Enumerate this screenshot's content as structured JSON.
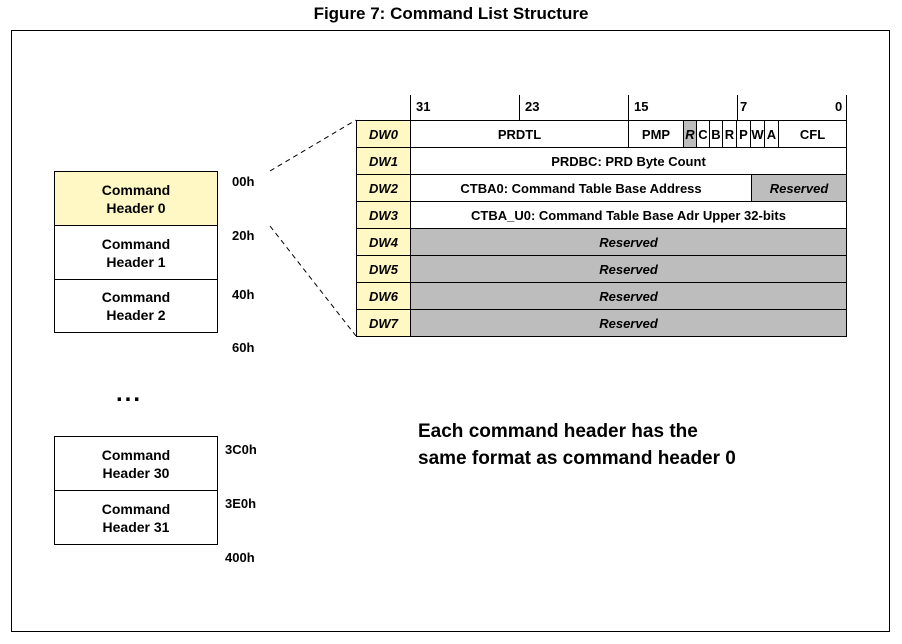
{
  "title": "Figure 7: Command List Structure",
  "command_list": {
    "headers": [
      {
        "label": "Command\nHeader 0",
        "offset": "00h",
        "highlight": true
      },
      {
        "label": "Command\nHeader 1",
        "offset": "20h",
        "highlight": false
      },
      {
        "label": "Command\nHeader 2",
        "offset": "40h",
        "highlight": false
      },
      {
        "label": "Command\nHeader 30",
        "offset": "3C0h",
        "highlight": false
      },
      {
        "label": "Command\nHeader 31",
        "offset": "3E0h",
        "highlight": false
      }
    ],
    "end_offset_top": "60h",
    "end_offset_bottom": "400h",
    "ellipsis": "..."
  },
  "header_format": {
    "bit_labels": [
      "31",
      "23",
      "15",
      "7",
      "0"
    ],
    "dwords": [
      "DW0",
      "DW1",
      "DW2",
      "DW3",
      "DW4",
      "DW5",
      "DW6",
      "DW7"
    ],
    "dw0": {
      "prdtl": "PRDTL",
      "pmp": "PMP",
      "r": "R",
      "c": "C",
      "b": "B",
      "r2": "R",
      "p": "P",
      "w": "W",
      "a": "A",
      "cfl": "CFL"
    },
    "dw1": "PRDBC: PRD Byte Count",
    "dw2": {
      "ctba": "CTBA0: Command Table Base Address",
      "reserved": "Reserved"
    },
    "dw3": "CTBA_U0: Command Table Base Adr Upper 32-bits",
    "reserved": "Reserved"
  },
  "note": "Each command header has the\nsame format as command header 0",
  "colors": {
    "highlight": "#fff8c4",
    "reserved_fill": "#bdbdbd",
    "line": "#000000"
  }
}
